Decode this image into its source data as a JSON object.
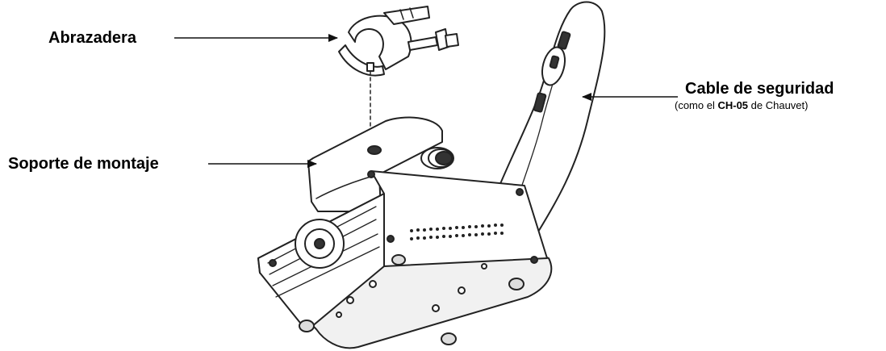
{
  "labels": {
    "clamp": "Abrazadera",
    "mounting_bracket": "Soporte de montaje",
    "safety_cable": "Cable de seguridad",
    "safety_cable_note": {
      "prefix": "(como el ",
      "model": "CH-05",
      "suffix": " de Chauvet)"
    }
  },
  "colors": {
    "line": "#222222",
    "fill": "#ffffff",
    "shade": "#e9e9e9"
  }
}
